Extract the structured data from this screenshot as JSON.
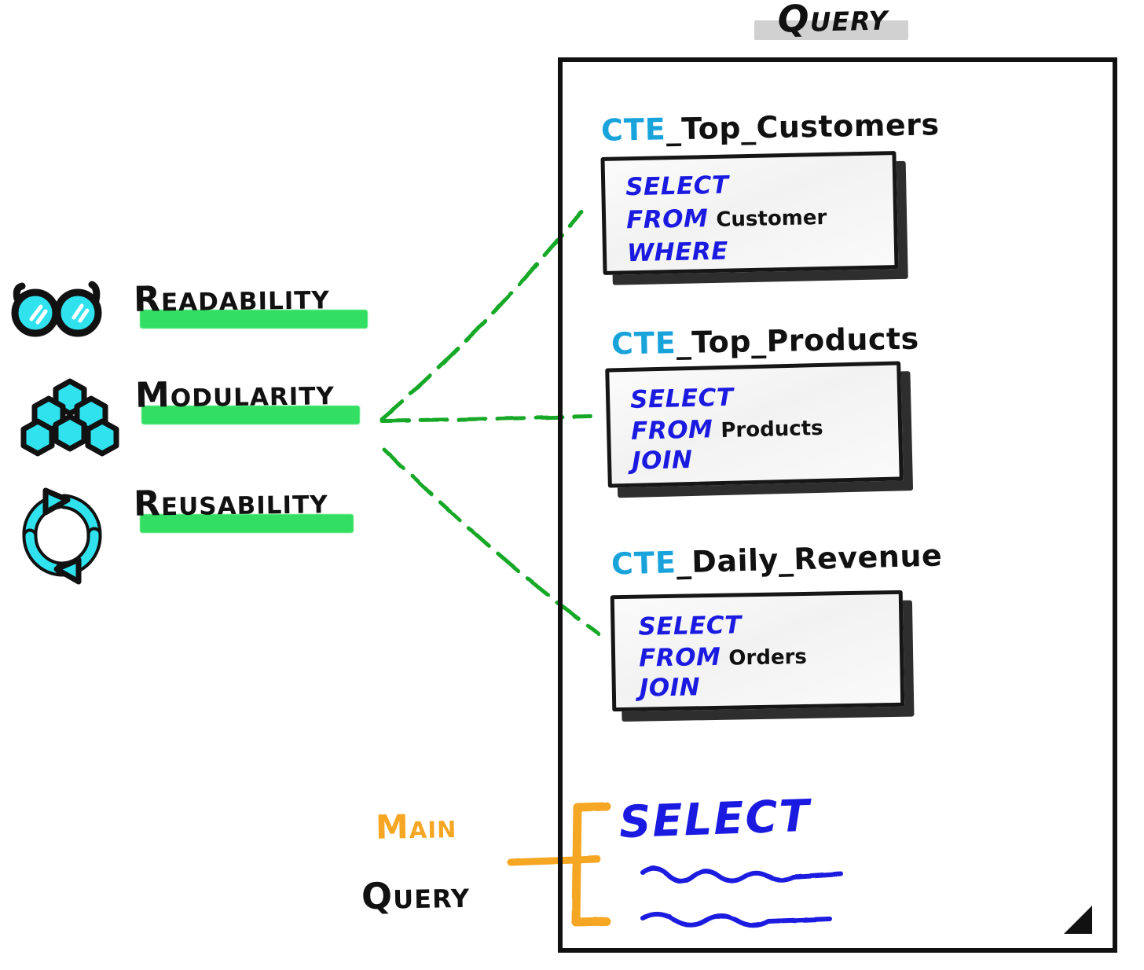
{
  "title": {
    "text": "Query",
    "highlight_color": "#c9c9c9"
  },
  "colors": {
    "cte_keyword": "#19a3db",
    "sql_keyword": "#1a1ae0",
    "highlight_green": "#22dd55",
    "accent_orange": "#f5a623",
    "connector_green": "#14a828",
    "ink_black": "#111111"
  },
  "benefits": [
    {
      "icon": "glasses-icon",
      "label": "Readability"
    },
    {
      "icon": "hexagon-cluster-icon",
      "label": "Modularity"
    },
    {
      "icon": "recycle-arrows-icon",
      "label": "Reusability"
    }
  ],
  "ctes": [
    {
      "name_keyword": "CTE",
      "name_rest": "_Top_Customers",
      "lines": [
        {
          "keyword": "SELECT",
          "table": "",
          "squiggle": "long"
        },
        {
          "keyword": "FROM",
          "table": "Customer",
          "squiggle": "none"
        },
        {
          "keyword": "WHERE",
          "table": "",
          "squiggle": "medium"
        }
      ]
    },
    {
      "name_keyword": "CTE",
      "name_rest": "_Top_Products",
      "lines": [
        {
          "keyword": "SELECT",
          "table": "",
          "squiggle": "medium"
        },
        {
          "keyword": "FROM",
          "table": "Products",
          "squiggle": "none"
        },
        {
          "keyword": "JOIN",
          "table": "",
          "squiggle": "short"
        }
      ]
    },
    {
      "name_keyword": "CTE",
      "name_rest": "_Daily_Revenue",
      "lines": [
        {
          "keyword": "SELECT",
          "table": "",
          "squiggle": "short"
        },
        {
          "keyword": "FROM",
          "table": "Orders",
          "squiggle": "none"
        },
        {
          "keyword": "JOIN",
          "table": "",
          "squiggle": "short"
        }
      ]
    }
  ],
  "main_query": {
    "label_line1": "Main",
    "label_line2": "Query",
    "select_keyword": "SELECT",
    "body_lines": 2
  }
}
